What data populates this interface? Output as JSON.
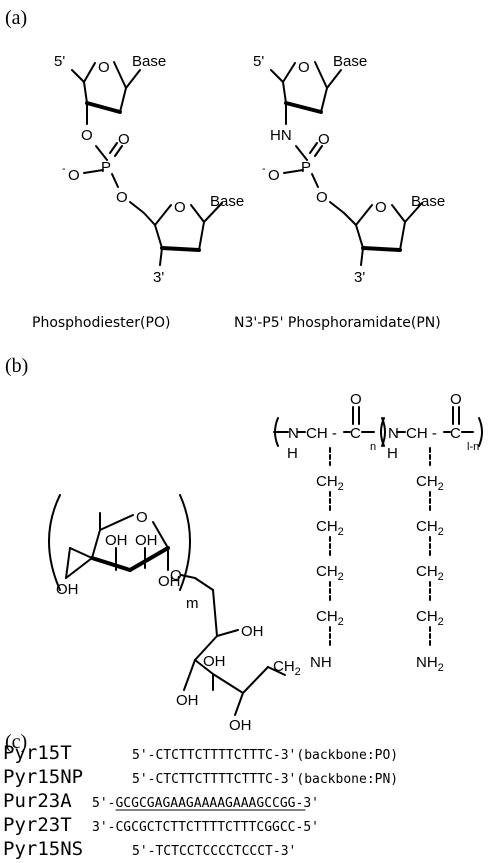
{
  "panel_a": {
    "label": "(a)",
    "left": {
      "caption": "Phosphodiester(PO)",
      "five_prime": "5'",
      "three_prime": "3'",
      "base_top": "Base",
      "base_bottom": "Base",
      "ring_o_top": "O",
      "ring_o_bottom": "O",
      "linker": "O",
      "p": "P",
      "o_minus": "O",
      "minus": "-",
      "o_double": "O",
      "o_ester": "O"
    },
    "right": {
      "caption": "N3'-P5' Phosphoramidate(PN)",
      "five_prime": "5'",
      "three_prime": "3'",
      "base_top": "Base",
      "base_bottom": "Base",
      "ring_o_top": "O",
      "ring_o_bottom": "O",
      "linker": "HN",
      "p": "P",
      "o_minus": "O",
      "minus": "-",
      "o_double": "O",
      "o_ester": "O"
    }
  },
  "panel_b": {
    "label": "(b)",
    "ring_o": "O",
    "oh1": "OH",
    "oh2": "OH",
    "oh3": "OH",
    "link_o": "O",
    "m": "m",
    "oh4": "OH",
    "oh5": "OH",
    "oh6": "OH",
    "oh7": "OH",
    "ch2_link": "CH",
    "ch2_link_sub": "2",
    "nh": "NH",
    "chain1_n": "N",
    "chain1_h": "H",
    "chain1_ch": "CH",
    "chain1_c": "C",
    "chain1_o": "O",
    "n1": "n",
    "chain2_n": "N",
    "chain2_h": "H",
    "chain2_ch": "CH",
    "chain2_c": "C",
    "chain2_o": "O",
    "n2": "l-n",
    "ch2": "CH",
    "sub2": "2",
    "nh2": "NH",
    "nh2_sub": "2"
  },
  "panel_c": {
    "label": "(c)",
    "rows": [
      {
        "name": "Pyr15T",
        "prefix": "5'-",
        "seq": "CTCTTCTTTTCTTTC",
        "suffix": "-3'",
        "note": "(backbone:PO)",
        "underline": false
      },
      {
        "name": "Pyr15NP",
        "prefix": "5'-",
        "seq": "CTCTTCTTTTCTTTC",
        "suffix": "-3'",
        "note": "(backbone:PN)",
        "underline": false
      },
      {
        "name": "Pur23A",
        "prefix": "5'-",
        "seq": "GCGCGAGAAGAAAAGAAAGCCGG",
        "suffix": "-3'",
        "note": "",
        "underline": true
      },
      {
        "name": "Pyr23T",
        "prefix": "3'-",
        "seq": "CGCGCTCTTCTTTTCTTTCGGCC",
        "suffix": "-5'",
        "note": "",
        "underline": false
      },
      {
        "name": "Pyr15NS",
        "prefix": "5'-",
        "seq": "TCTCCTCCCCTCCCT",
        "suffix": "-3'",
        "note": "",
        "underline": false
      }
    ]
  }
}
